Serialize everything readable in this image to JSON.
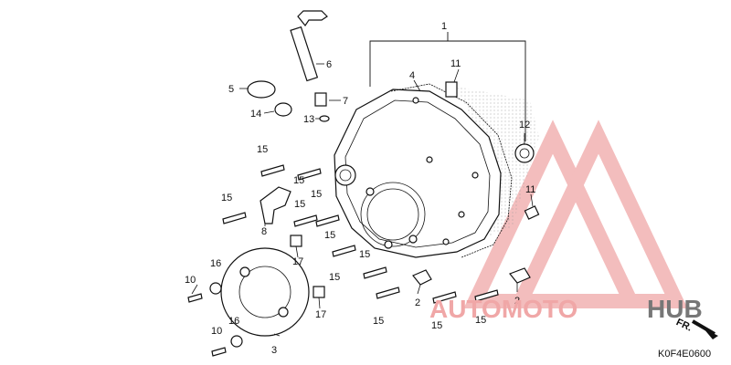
{
  "diagram": {
    "code": "K0F4E0600",
    "direction_label": "FR.",
    "watermark": {
      "word1": "AUTOMOTO",
      "word2": "HUB",
      "accent": "#f0a7a7",
      "dark": "#777777"
    },
    "callouts": [
      "1",
      "2",
      "2",
      "3",
      "4",
      "5",
      "6",
      "7",
      "8",
      "10",
      "10",
      "11",
      "11",
      "12",
      "13",
      "14",
      "15",
      "15",
      "15",
      "15",
      "15",
      "15",
      "15",
      "15",
      "15",
      "15",
      "15",
      "16",
      "16",
      "17",
      "17"
    ]
  }
}
